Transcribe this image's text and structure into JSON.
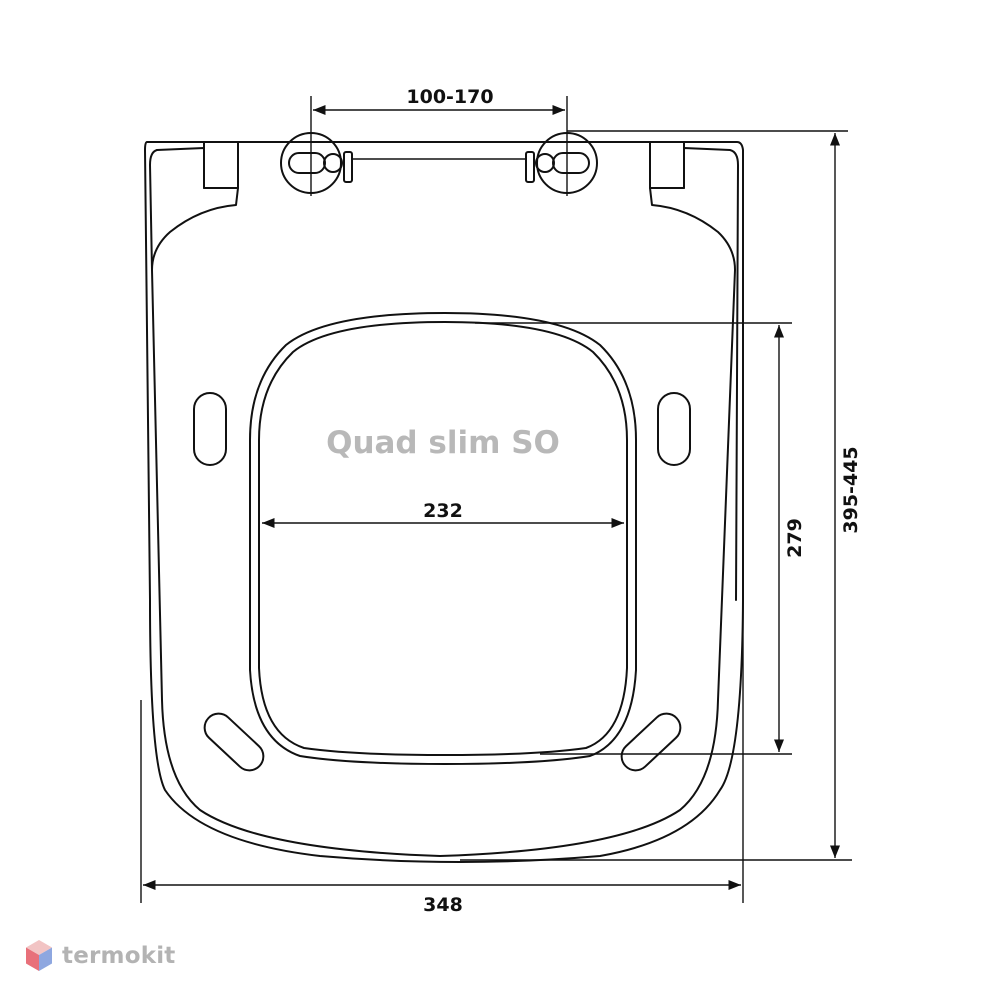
{
  "drawing": {
    "model_name": "Quad slim SO",
    "dimensions": {
      "hinge_spacing": "100-170",
      "seat_length": "395-445",
      "opening_length": "279",
      "opening_width": "232",
      "total_width": "348"
    }
  },
  "brand": {
    "name": "termokit",
    "colors": {
      "hex_top": "#f2c4c4",
      "hex_left": "#e8707a",
      "hex_right": "#8ea7e0"
    }
  }
}
